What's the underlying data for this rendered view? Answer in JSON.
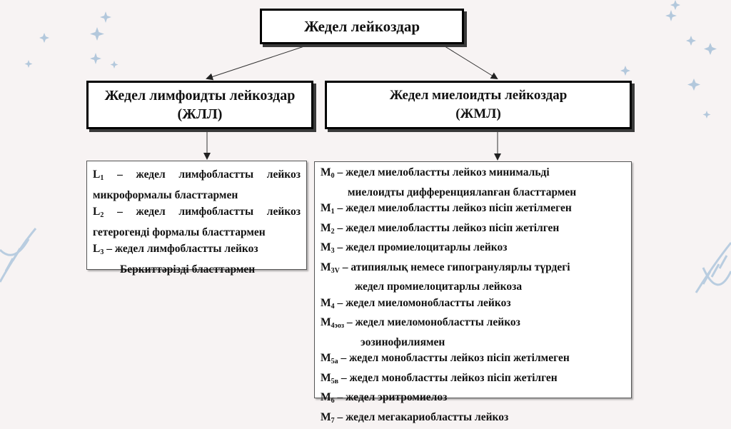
{
  "title": "Жедел лейкоздар",
  "branches": {
    "all": {
      "line1": "Жедел лимфоидты лейкоздар",
      "line2": "(ЖЛЛ)"
    },
    "aml": {
      "line1": "Жедел миелоидты лейкоздар",
      "line2": "(ЖМЛ)"
    }
  },
  "all_list": [
    {
      "code": "L",
      "sub": "1",
      "text": " – жедел лимфобластты лейкоз",
      "cont": "микроформалы бласттармен"
    },
    {
      "code": "L",
      "sub": "2",
      "text": " – жедел лимфобластты лейкоз",
      "cont": "гетерогенді формалы бласттармен"
    },
    {
      "code": "L",
      "sub": "3",
      "text": " – жедел лимфобластты лейкоз",
      "cont": "Беркиттәрізді бласттармен"
    }
  ],
  "aml_list": [
    {
      "code": "M",
      "sub": "0",
      "text": " – жедел миелобластты лейкоз минимальді",
      "cont": "миелоидты дифференциялanған бласттармен"
    },
    {
      "code": "M",
      "sub": "1",
      "text": " – жедел миелобластты лейкоз пісіп жетілмеген",
      "cont": ""
    },
    {
      "code": "M",
      "sub": "2",
      "text": " – жедел  миелобластты лейкоз пісіп жетілген",
      "cont": ""
    },
    {
      "code": "M",
      "sub": "3",
      "text": " – жедел промиелоцитарлы лейкоз",
      "cont": ""
    },
    {
      "code": "M",
      "sub": "3V",
      "text": " – атипиялық немесе гипогранулярлы түрдегі",
      "cont": "жедел промиелоцитарлы лейкоза"
    },
    {
      "code": "M",
      "sub": "4",
      "text": " – жедел миеломонобластты лейкоз",
      "cont": ""
    },
    {
      "code": "M",
      "sub": "4эоз",
      "text": " – жедел миеломонобластты лейкоз",
      "cont": "эозинофилиямен"
    },
    {
      "code": "M",
      "sub": "5a",
      "text": " – жедел монобластты лейкоз пісіп жетілмеген",
      "cont": ""
    },
    {
      "code": "M",
      "sub": "5в",
      "text": " – жедел монобластты лейкоз пісіп жетілген",
      "cont": ""
    },
    {
      "code": "M",
      "sub": "6",
      "text": " – жедел эритромиелоз",
      "cont": ""
    },
    {
      "code": "M",
      "sub": "7",
      "text": " – жедел мегакариобластты лейкоз",
      "cont": ""
    }
  ],
  "colors": {
    "sparkle": "#a8c4dc",
    "dna": "#b9cde0",
    "border": "#000000"
  }
}
